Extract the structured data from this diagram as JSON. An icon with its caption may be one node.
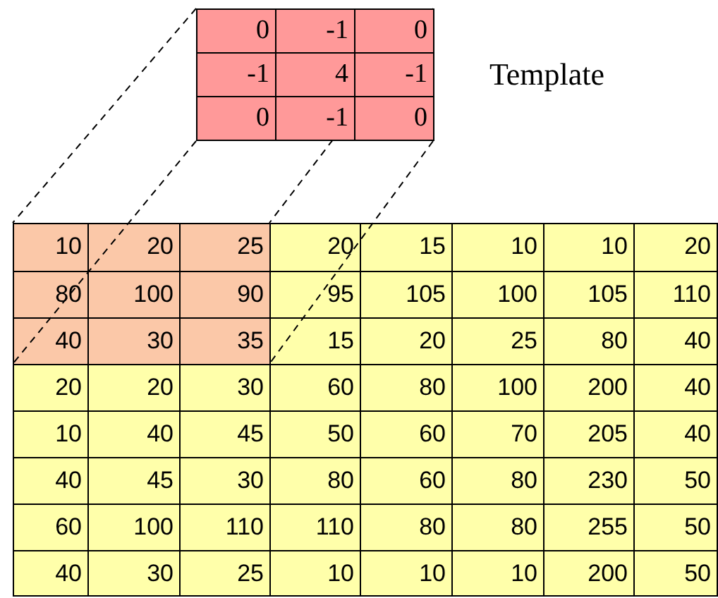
{
  "diagram": {
    "nodes": [
      {
        "text": [],
        "shape": "box"
      },
      {
        "text": [],
        "shape": "box"
      },
      {
        "text": [],
        "shape": "box",
        "in": 1
      }
    ],
    "edges": [
      {
        "from": 0,
        "to": 2,
        "arrow": "none",
        "style": "dashed"
      },
      {
        "from": 0,
        "to": 2,
        "arrow": "none",
        "style": "dashed"
      },
      {
        "from": 0,
        "to": 2,
        "arrow": "none",
        "style": "dashed"
      },
      {
        "from": 0,
        "to": 2,
        "arrow": "none",
        "style": "dashed"
      }
    ],
    "labels": [
      "0",
      "-1",
      "0",
      "-1",
      "4",
      "-1",
      "0",
      "-1",
      "0",
      "Template",
      "10",
      "20",
      "25",
      "20",
      "15",
      "10",
      "10",
      "20",
      "80",
      "100",
      "90",
      "95",
      "105",
      "100",
      "105",
      "110",
      "40",
      "30",
      "35",
      "15",
      "20",
      "25",
      "80",
      "40",
      "20",
      "20",
      "30",
      "60",
      "80",
      "100",
      "200",
      "40",
      "10",
      "40",
      "45",
      "50",
      "60",
      "70",
      "205",
      "40",
      "40",
      "45",
      "30",
      "80",
      "60",
      "80",
      "230",
      "50",
      "60",
      "100",
      "110",
      "110",
      "80",
      "80",
      "255",
      "50",
      "40",
      "30",
      "25",
      "10",
      "10",
      "10",
      "200",
      "50"
    ]
  }
}
